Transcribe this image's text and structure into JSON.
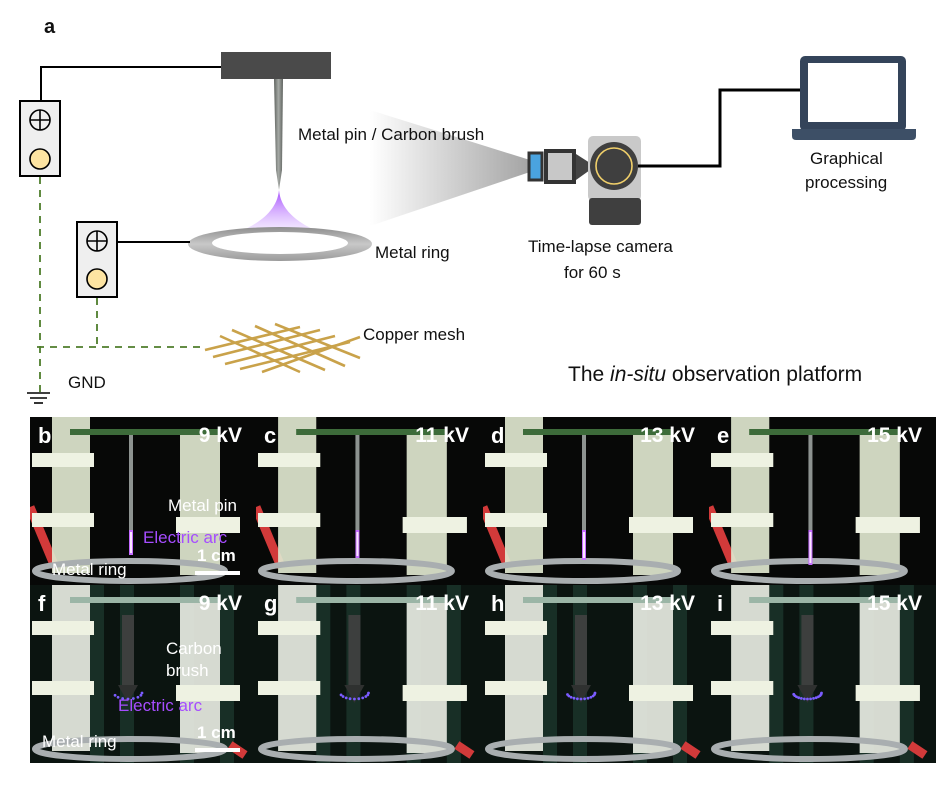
{
  "figure": {
    "panel_a": {
      "letter": "a",
      "labels": {
        "pin_brush": "Metal pin / Carbon brush",
        "metal_ring": "Metal ring",
        "copper_mesh": "Copper mesh",
        "gnd": "GND",
        "camera": "Time-lapse camera",
        "camera_duration": "for 60 s",
        "graphical_line1": "Graphical",
        "graphical_line2": "processing"
      },
      "platform_title": {
        "prefix": "The ",
        "italic": "in-situ",
        "suffix": " observation platform"
      },
      "colors": {
        "ground_wire": "#4e7d2b",
        "arc_purple": "#a64dff",
        "copper": "#c9a24a",
        "laptop": "#34445a",
        "camera_lens": "#4aa3df",
        "terminal_fill": "#fde4a2"
      }
    },
    "photo_panels": {
      "metal_pin_row": [
        {
          "letter": "b",
          "voltage": "9 kV"
        },
        {
          "letter": "c",
          "voltage": "11 kV"
        },
        {
          "letter": "d",
          "voltage": "13 kV"
        },
        {
          "letter": "e",
          "voltage": "15 kV"
        }
      ],
      "carbon_brush_row": [
        {
          "letter": "f",
          "voltage": "9 kV"
        },
        {
          "letter": "g",
          "voltage": "11 kV"
        },
        {
          "letter": "h",
          "voltage": "13 kV"
        },
        {
          "letter": "i",
          "voltage": "15 kV"
        }
      ],
      "annotations_b": {
        "metal_pin": "Metal pin",
        "electric_arc": "Electric arc",
        "metal_ring": "Metal ring",
        "scale": "1 cm"
      },
      "annotations_f": {
        "carbon_line1": "Carbon",
        "carbon_line2": "brush",
        "electric_arc": "Electric arc",
        "metal_ring": "Metal ring",
        "scale": "1 cm"
      }
    }
  }
}
